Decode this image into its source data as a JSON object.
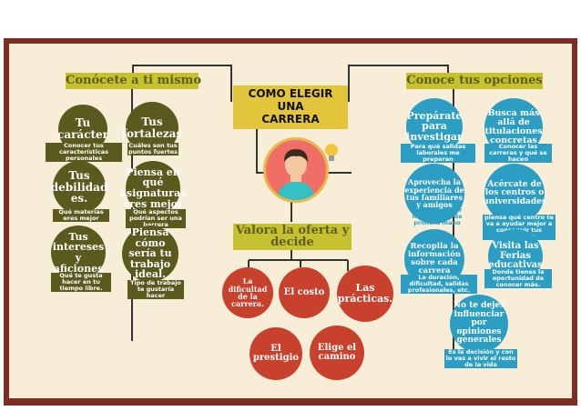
{
  "title": {
    "line1": "COMO ELEGIR",
    "line2": "UNA",
    "line3": "CARRERA"
  },
  "left_banner": "Conócete a ti mismo",
  "right_banner": "Conoce tus opciones",
  "center_banner": {
    "line1": "Valora la oferta y",
    "line2": "decide"
  },
  "left_nodes": [
    {
      "label": "Tu carácter",
      "caption": "Conocer tus características personales"
    },
    {
      "label": "Tus fortalezas",
      "caption": "Cuáles son tus puntos fuertes"
    },
    {
      "label": "Tus debilidad es.",
      "caption": "Qué materias eres mejor"
    },
    {
      "label": "Piensa en qué asignaturas eres mejor",
      "caption": "Qué aspectos podrían ser una barrera"
    },
    {
      "label": "Tus intereses y aficiones",
      "caption": "Qué te gusta hacer en tu tiempo libre."
    },
    {
      "label": "Piensa cómo sería tu trabajo ideal.",
      "caption": "Tipo de trabajo te gustaría hacer"
    }
  ],
  "right_nodes": [
    {
      "label": "Prepárate para investigar",
      "caption": "Para qué salidas laborales me preparan"
    },
    {
      "label": "Busca más allá de titulaciones concretas",
      "caption": "Conocer las carreras y qué se hacen"
    },
    {
      "label": "Aprovecha la experiencia de tus familiares y amigos",
      "caption": "para conseguir información de primera mano"
    },
    {
      "label": "Acércate de los centros o universidades",
      "caption": "piensa qué centro te va a ayudar mejor a conseguir tus objetivos"
    },
    {
      "label": "Recopila la información sobre cada carrera",
      "caption": "La duración, dificultad, salidas profesionales, etc."
    },
    {
      "label": "Visita las Ferias educativas",
      "caption": "Donde tienes la oportunidad de conocer más."
    },
    {
      "label": "No te dejes influenciar por opiniones generales",
      "caption": "Es la decisión y con lo vas a vivir el resto de la vida"
    }
  ],
  "center_nodes": [
    {
      "label": "La dificultad de la carrera."
    },
    {
      "label": "El costo"
    },
    {
      "label": "Las prácticas."
    },
    {
      "label": "El prestigio"
    },
    {
      "label": "Elige el camino"
    }
  ],
  "colors": {
    "olive": "#5a5a1f",
    "teal": "#2c9ec3",
    "red": "#c8412d",
    "banner_olive": "#c6c12f",
    "title_yellow": "#e3c53c",
    "frame": "#7a2e24",
    "paper": "#f8eed8"
  },
  "icons": [
    "person-avatar-icon",
    "lightbulb-icon"
  ]
}
